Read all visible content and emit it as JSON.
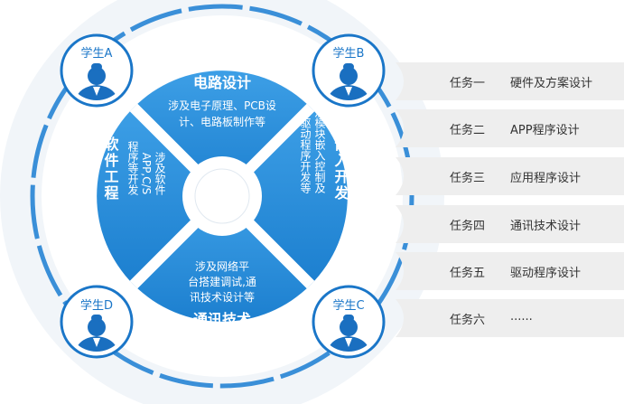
{
  "segments": {
    "top": {
      "title": "电路设计",
      "desc_line1": "涉及电子原理、PCB设",
      "desc_line2": "计、电路板制作等"
    },
    "right": {
      "title": "嵌入开发",
      "desc_col1": "涉及模块嵌入控制及",
      "desc_col2": "驱动程序开发等"
    },
    "bottom": {
      "title": "通讯技术",
      "desc_line1": "涉及网络平",
      "desc_line2": "台搭建调试,通",
      "desc_line3": "讯技术设计等"
    },
    "left": {
      "title": "软件工程",
      "desc_col1": "涉及软件",
      "desc_col2": "APP,C/S",
      "desc_col3": "程序等开发"
    }
  },
  "students": [
    {
      "id": "A",
      "label": "学生A",
      "icon": "user-avatar-icon"
    },
    {
      "id": "B",
      "label": "学生B",
      "icon": "user-avatar-icon"
    },
    {
      "id": "C",
      "label": "学生C",
      "icon": "user-avatar-icon"
    },
    {
      "id": "D",
      "label": "学生D",
      "icon": "user-avatar-icon"
    }
  ],
  "tasks": [
    {
      "name": "任务一",
      "desc": "硬件及方案设计"
    },
    {
      "name": "任务二",
      "desc": "APP程序设计"
    },
    {
      "name": "任务三",
      "desc": "应用程序设计"
    },
    {
      "name": "任务四",
      "desc": "通讯技术设计"
    },
    {
      "name": "任务五",
      "desc": "驱动程序设计"
    },
    {
      "name": "任务六",
      "desc": "......"
    }
  ],
  "colors": {
    "primary_blue": "#1a76c8",
    "segment_blue": "#2b8fdd",
    "light_ring": "#eef3f8",
    "task_bg": "#eeeeee"
  }
}
